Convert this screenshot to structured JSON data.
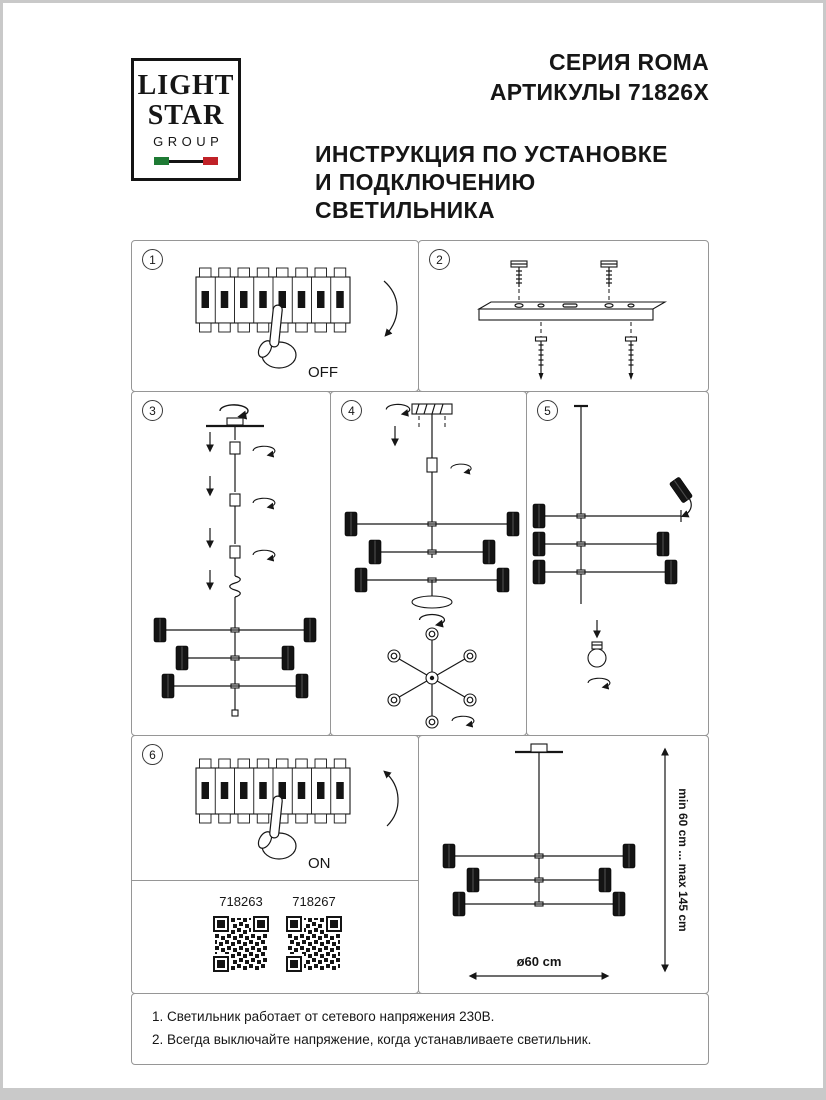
{
  "logo": {
    "line1": "LIGHT",
    "line2": "STAR",
    "line3": "GROUP"
  },
  "header": {
    "series": "СЕРИЯ ROMA",
    "articles": "АРТИКУЛЫ 71826X",
    "instruction_line1": "ИНСТРУКЦИЯ ПО УСТАНОВКЕ",
    "instruction_line2": "И ПОДКЛЮЧЕНИЮ СВЕТИЛЬНИКА"
  },
  "steps": [
    "1",
    "2",
    "3",
    "4",
    "5",
    "6"
  ],
  "switch_labels": {
    "off": "OFF",
    "on": "ON"
  },
  "product_codes": [
    "718263",
    "718267"
  ],
  "dimensions": {
    "height_range": "min 60 cm ... max 145 cm",
    "diameter": "ø60 cm"
  },
  "notes": [
    "1. Светильник работает от сетевого напряжения 230В.",
    "2. Всегда выключайте напряжение, когда устанавливаете светильник."
  ],
  "colors": {
    "text": "#161616",
    "panel_border": "#969696",
    "logo_green": "#1e7a34",
    "logo_red": "#c02127"
  }
}
